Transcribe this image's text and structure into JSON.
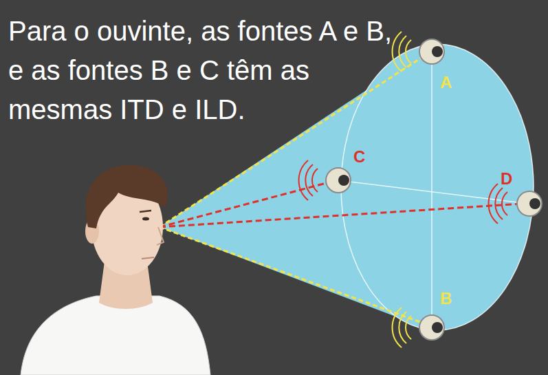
{
  "diagram": {
    "labels": [
      "Para o ouvinte, as fontes A e B, e as fontes B e C têm as mesmas ITD e ILD.",
      "A",
      "B",
      "C",
      "D"
    ]
  }
}
